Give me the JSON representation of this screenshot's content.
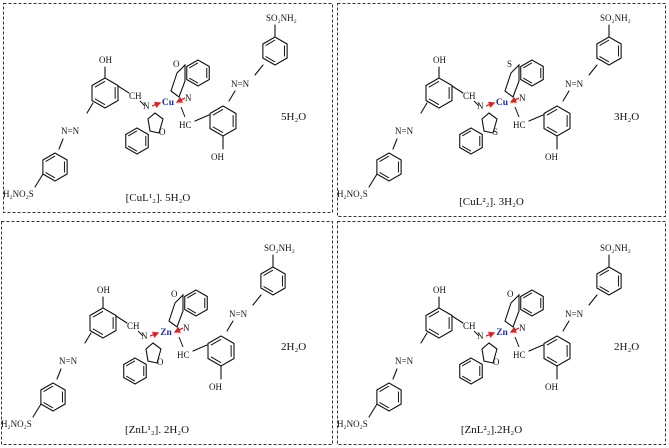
{
  "panels": [
    {
      "metal": "Cu",
      "hetero": "O",
      "labels": {
        "oh": "OH",
        "so2nh2": "SO₂NH₂",
        "h2no2s": "H₂NO₂S",
        "ch": "CH",
        "hc": "HC",
        "n": "N",
        "nn": "N=N",
        "water_side": "5H₂O",
        "caption": "[CuL¹₂]. 5H₂O"
      }
    },
    {
      "metal": "Cu",
      "hetero": "S",
      "labels": {
        "oh": "OH",
        "so2nh2": "SO₂NH₂",
        "h2no2s": "H₂NO₂S",
        "ch": "CH",
        "hc": "HC",
        "n": "N",
        "nn": "N=N",
        "water_side": "3H₂O",
        "caption": "[CuL²₂]. 3H₂O"
      }
    },
    {
      "metal": "Zn",
      "hetero": "O",
      "labels": {
        "oh": "OH",
        "so2nh2": "SO₂NH₂",
        "h2no2s": "H₂NO₂S",
        "ch": "CH",
        "hc": "HC",
        "n": "N",
        "nn": "N=N",
        "water_side": "2H₂O",
        "caption": "[ZnL¹₂]. 2H₂O"
      }
    },
    {
      "metal": "Zn",
      "hetero": "O",
      "labels": {
        "oh": "OH",
        "so2nh2": "SO₂NH₂",
        "h2no2s": "H₂NO₂S",
        "ch": "CH",
        "hc": "HC",
        "n": "N",
        "nn": "N=N",
        "water_side": "2H₂O",
        "caption": "[ZnL²₂].2H₂O"
      }
    }
  ],
  "colors": {
    "metal": "#1a2fb0",
    "coordination_arrow": "#e02020",
    "ink": "#111111"
  }
}
